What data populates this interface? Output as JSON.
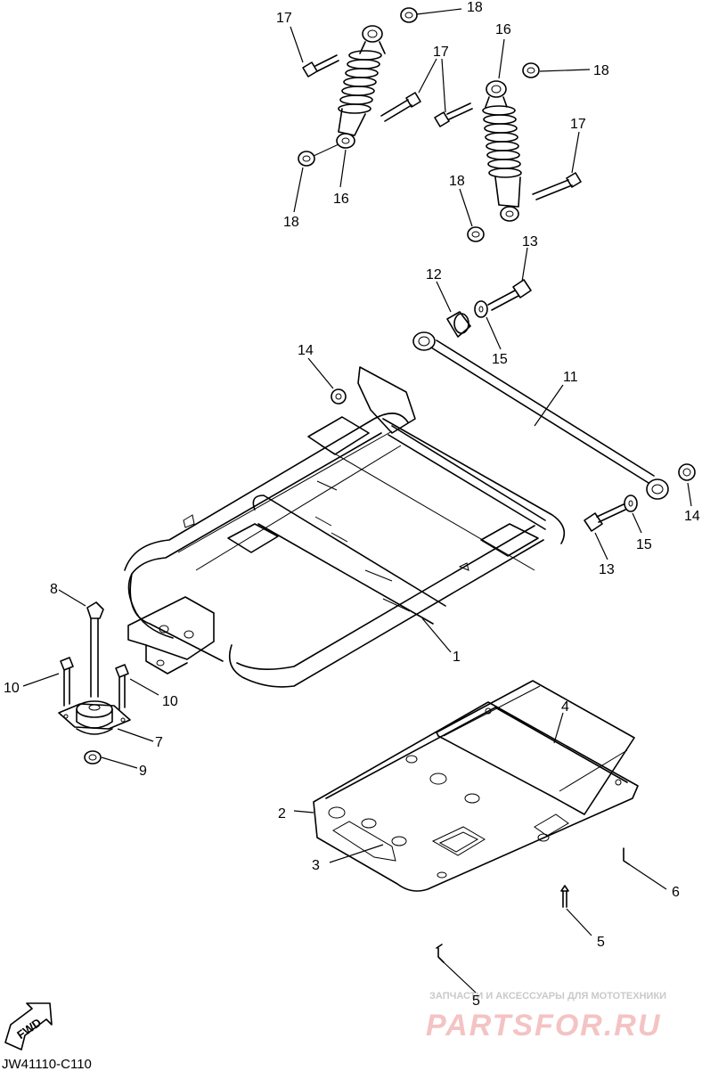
{
  "callouts": [
    {
      "id": "c17a",
      "text": "17"
    },
    {
      "id": "c18a",
      "text": "18"
    },
    {
      "id": "c16a",
      "text": "16"
    },
    {
      "id": "c17b",
      "text": "17"
    },
    {
      "id": "c18b",
      "text": "18"
    },
    {
      "id": "c17c",
      "text": "17"
    },
    {
      "id": "c18c",
      "text": "18"
    },
    {
      "id": "c16b",
      "text": "16"
    },
    {
      "id": "c18d",
      "text": "18"
    },
    {
      "id": "c13a",
      "text": "13"
    },
    {
      "id": "c12",
      "text": "12"
    },
    {
      "id": "c15a",
      "text": "15"
    },
    {
      "id": "c14a",
      "text": "14"
    },
    {
      "id": "c11",
      "text": "11"
    },
    {
      "id": "c14b",
      "text": "14"
    },
    {
      "id": "c15b",
      "text": "15"
    },
    {
      "id": "c13b",
      "text": "13"
    },
    {
      "id": "c8",
      "text": "8"
    },
    {
      "id": "c10a",
      "text": "10"
    },
    {
      "id": "c10b",
      "text": "10"
    },
    {
      "id": "c7",
      "text": "7"
    },
    {
      "id": "c9",
      "text": "9"
    },
    {
      "id": "c1",
      "text": "1"
    },
    {
      "id": "c4",
      "text": "4"
    },
    {
      "id": "c2",
      "text": "2"
    },
    {
      "id": "c3",
      "text": "3"
    },
    {
      "id": "c6",
      "text": "6"
    },
    {
      "id": "c5a",
      "text": "5"
    },
    {
      "id": "c5b",
      "text": "5"
    }
  ],
  "fwd_label": "FWD",
  "diagram_code": "JW41110-C110",
  "watermark": {
    "tagline": "ЗАПЧАСТИ И АКСЕССУАРЫ ДЛЯ МОТОТЕХНИКИ",
    "brand": "PARTSFOR.RU"
  }
}
